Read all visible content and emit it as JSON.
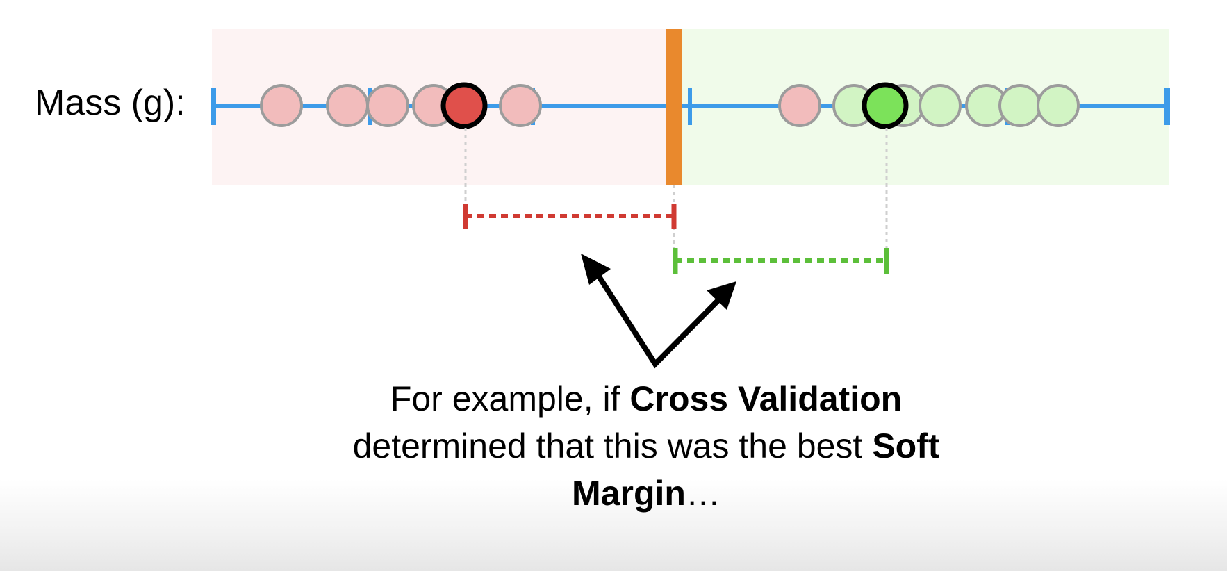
{
  "axis": {
    "label": "Mass (g):"
  },
  "caption": {
    "line1_text": "For example, if ",
    "line1_bold": "Cross Validation",
    "line2_text": "determined that this was the best ",
    "line2_bold": "Soft",
    "line3_bold": "Margin",
    "line3_text": "…"
  },
  "colors": {
    "axis": "#3d9be9",
    "threshold": "#e9892d",
    "red_region": "#fdf3f3",
    "green_region": "#f0fbea",
    "red_point": "#f2bcbc",
    "red_point_highlight": "#e0504b",
    "green_point": "#d2f4c4",
    "green_point_highlight": "#7ce25a",
    "red_margin": "#d03a32",
    "green_margin": "#5cbf3a",
    "arrow": "#000000"
  },
  "icons": {
    "arrows": "double-arrow-icon"
  }
}
